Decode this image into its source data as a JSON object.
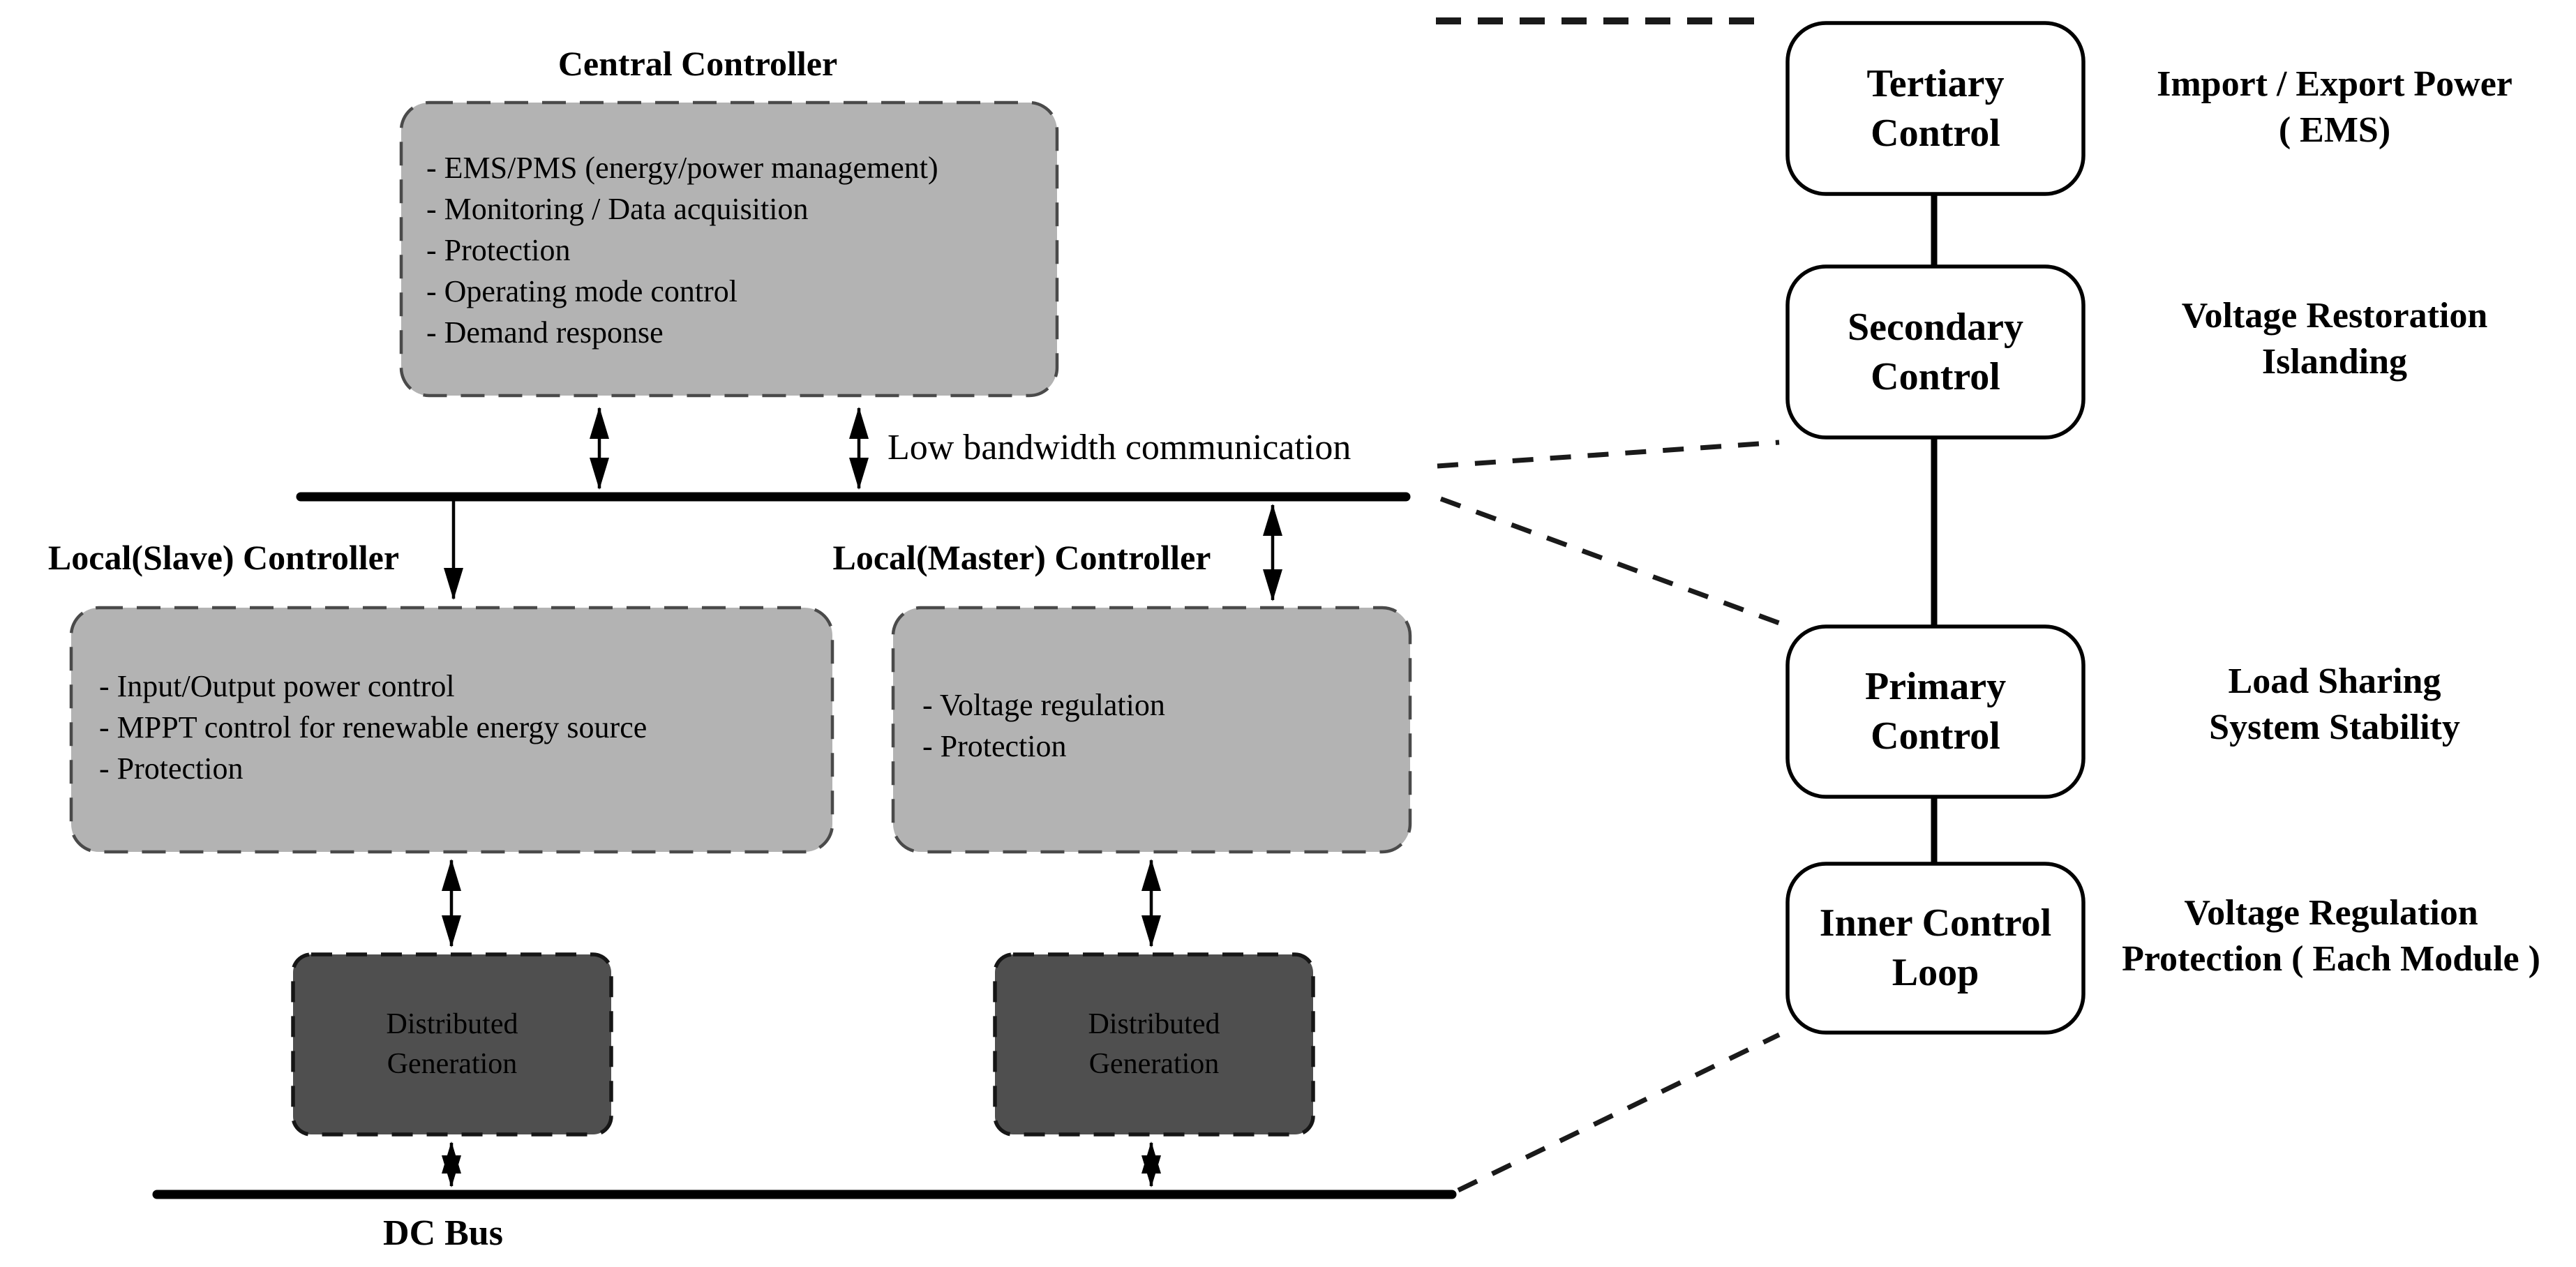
{
  "diagram": {
    "central": {
      "title": "Central Controller",
      "items": [
        "- EMS/PMS (energy/power management)",
        "- Monitoring / Data acquisition",
        "- Protection",
        "- Operating mode control",
        "- Demand response"
      ]
    },
    "comm_bus_label": "Low bandwidth communication",
    "slave": {
      "title": "Local(Slave) Controller",
      "items": [
        "- Input/Output power control",
        "- MPPT control for renewable energy source",
        "- Protection"
      ]
    },
    "master": {
      "title": "Local(Master) Controller",
      "items": [
        "- Voltage regulation",
        "- Protection"
      ]
    },
    "dg_left": {
      "line1": "Distributed",
      "line2": "Generation"
    },
    "dg_right": {
      "line1": "Distributed",
      "line2": "Generation"
    },
    "dc_bus_label": "DC Bus",
    "levels": {
      "tertiary": {
        "box1": "Tertiary",
        "box2": "Control",
        "side1": "Import / Export Power",
        "side2": "( EMS)"
      },
      "secondary": {
        "box1": "Secondary",
        "box2": "Control",
        "side1": "Voltage Restoration",
        "side2": "Islanding"
      },
      "primary": {
        "box1": "Primary",
        "box2": "Control",
        "side1": "Load Sharing",
        "side2": "System Stability"
      },
      "inner": {
        "box1": "Inner Control",
        "box2": "Loop",
        "side1": "Voltage Regulation",
        "side2": "Protection ( Each Module )"
      }
    },
    "colors": {
      "light_box": "#b3b3b3",
      "dark_box": "#4f4f4f",
      "dash_border": "#4a4a4a",
      "ink": "#000000"
    }
  }
}
